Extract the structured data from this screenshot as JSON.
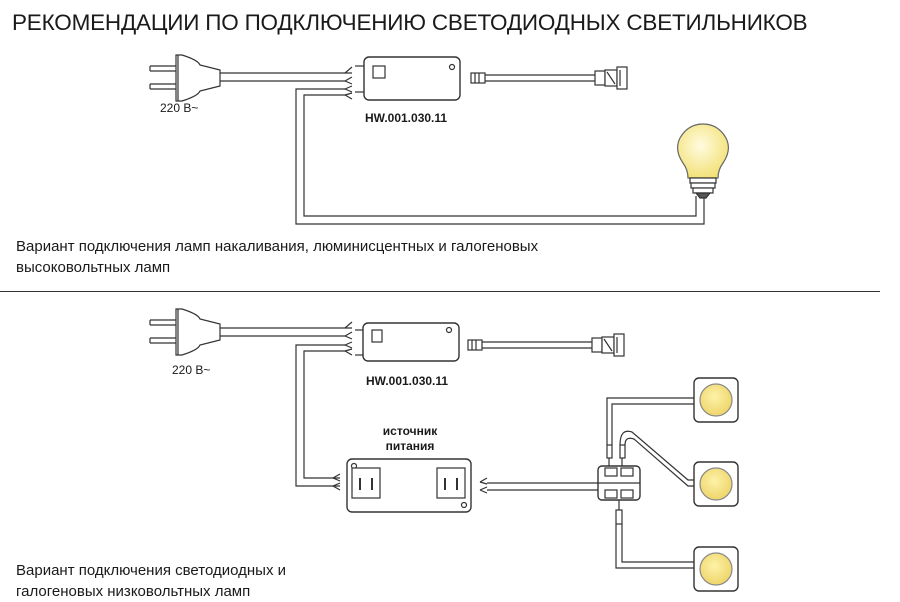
{
  "title": "РЕКОМЕНДАЦИИ ПО ПОДКЛЮЧЕНИЮ СВЕТОДИОДНЫХ СВЕТИЛЬНИКОВ",
  "scheme1": {
    "voltage": "220 В~",
    "device_code": "HW.001.030.11",
    "caption_line1": "Вариант подключения ламп накаливания, люминисцентных и галогеновых",
    "caption_line2": "высоковольтных ламп"
  },
  "scheme2": {
    "voltage": "220 В~",
    "device_code": "HW.001.030.11",
    "psu_line1": "источник",
    "psu_line2": "питания",
    "caption_line1": "Вариант подключения светодиодных и",
    "caption_line2": "галогеновых низковольтных ламп"
  },
  "colors": {
    "line": "#333333",
    "bulb_fill": "#f7e98a",
    "led_fill": "#f4e07a"
  }
}
